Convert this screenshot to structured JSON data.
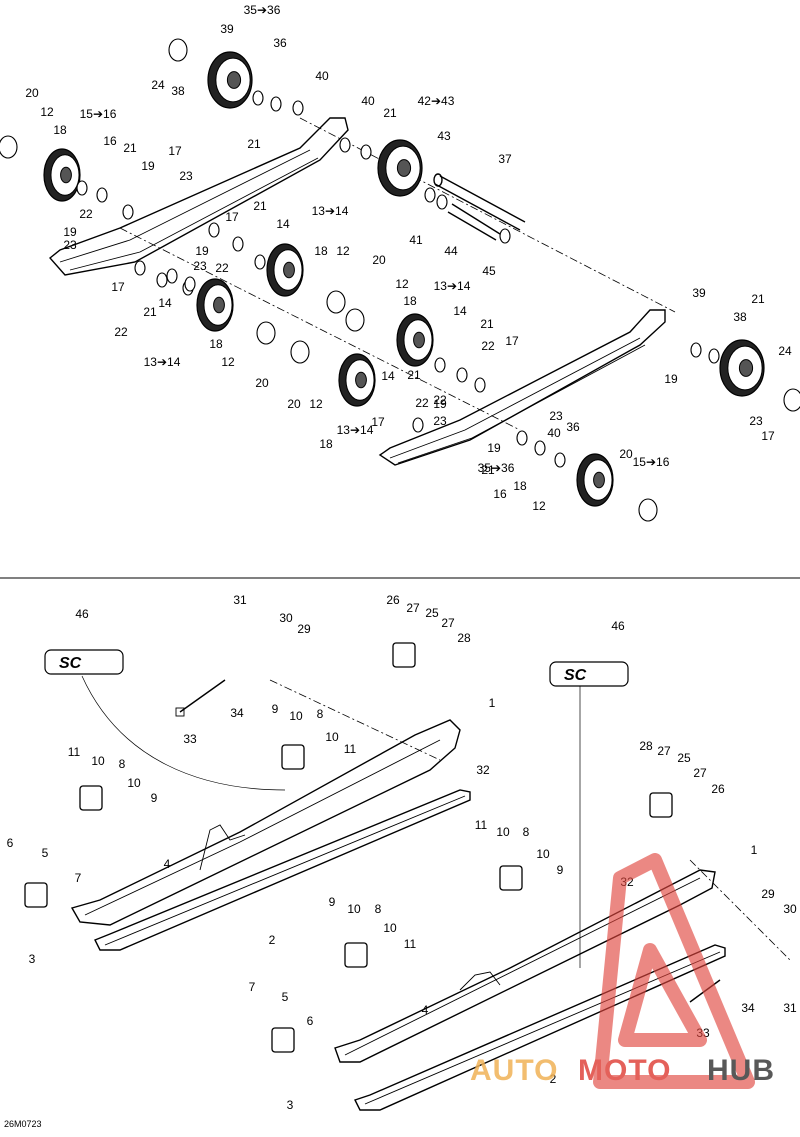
{
  "diagram": {
    "code": "26M0723",
    "callouts_top": [
      "35➔36",
      "39",
      "24",
      "38",
      "36",
      "40",
      "20",
      "12",
      "18",
      "15➔16",
      "16",
      "21",
      "19",
      "17",
      "23",
      "22",
      "19",
      "23",
      "40",
      "21",
      "42➔43",
      "43",
      "37",
      "21",
      "17",
      "21",
      "14",
      "13➔14",
      "18",
      "12",
      "20",
      "22",
      "19",
      "23",
      "17",
      "21",
      "22",
      "14",
      "13➔14",
      "18",
      "12",
      "20",
      "41",
      "44",
      "45",
      "12",
      "18",
      "13➔14",
      "14",
      "21",
      "22",
      "17",
      "20",
      "12",
      "18",
      "13➔14",
      "14",
      "21",
      "22",
      "17",
      "19",
      "23",
      "19",
      "23",
      "40",
      "35➔36",
      "36",
      "39",
      "21",
      "38",
      "24",
      "19",
      "23",
      "17",
      "22",
      "21",
      "16",
      "18",
      "12",
      "20",
      "15➔16"
    ],
    "callouts_bottom": [
      "46",
      "31",
      "30",
      "29",
      "26",
      "27",
      "25",
      "27",
      "28",
      "1",
      "34",
      "33",
      "9",
      "10",
      "8",
      "10",
      "11",
      "32",
      "11",
      "10",
      "8",
      "10",
      "9",
      "6",
      "5",
      "7",
      "4",
      "3",
      "2",
      "46",
      "28",
      "27",
      "25",
      "27",
      "26",
      "1",
      "11",
      "10",
      "8",
      "10",
      "9",
      "32",
      "9",
      "10",
      "8",
      "10",
      "11",
      "29",
      "30",
      "34",
      "31",
      "33",
      "7",
      "5",
      "6",
      "4",
      "2",
      "3"
    ],
    "decal_text": "SC"
  },
  "watermark": {
    "text_a": "AUTO",
    "text_b": "MOTO",
    "text_c": "HUB",
    "color_red": "#e0463e",
    "color_orange": "#f0b257",
    "color_dark": "#3c3c3c"
  }
}
